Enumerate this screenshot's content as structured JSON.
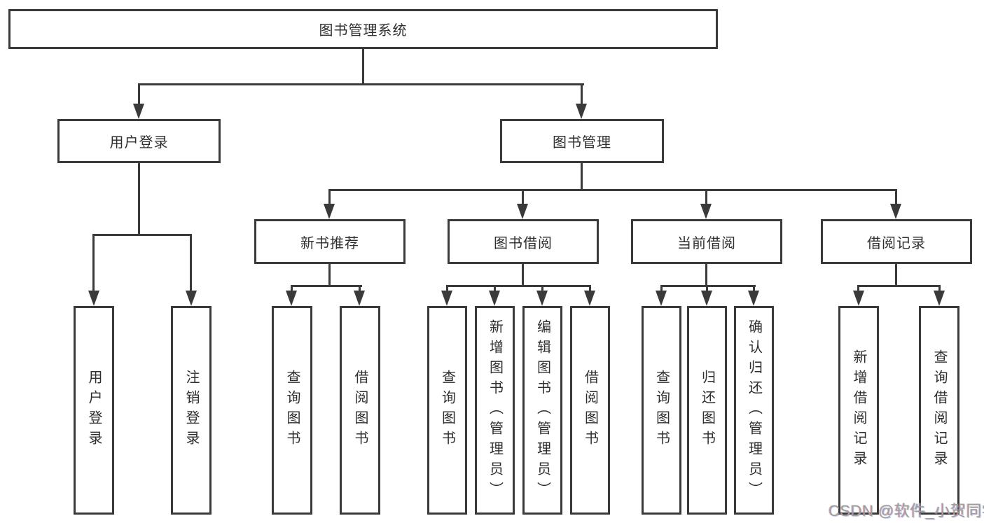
{
  "diagram": {
    "root": "图书管理系统",
    "level2": {
      "user_login": "用户登录",
      "book_mgmt": "图书管理"
    },
    "level3": {
      "new_books": "新书推荐",
      "book_borrow": "图书借阅",
      "current_borrow": "当前借阅",
      "borrow_records": "借阅记录"
    },
    "leaves": {
      "user_login": [
        "用户登录",
        "注销登录"
      ],
      "new_books": [
        "查询图书",
        "借阅图书"
      ],
      "book_borrow": [
        "查询图书",
        "新增图书（管理员）",
        "编辑图书（管理员）",
        "借阅图书"
      ],
      "current_borrow": [
        "查询图书",
        "归还图书",
        "确认归还（管理员）"
      ],
      "borrow_records": [
        "新增借阅记录",
        "查询借阅记录"
      ]
    }
  },
  "watermark": "CSDN @软件_小贺同学",
  "colors": {
    "line": "#3a3a3a",
    "text": "#2e2e2e",
    "watermark": "#9e9e9e",
    "background": "#ffffff"
  }
}
